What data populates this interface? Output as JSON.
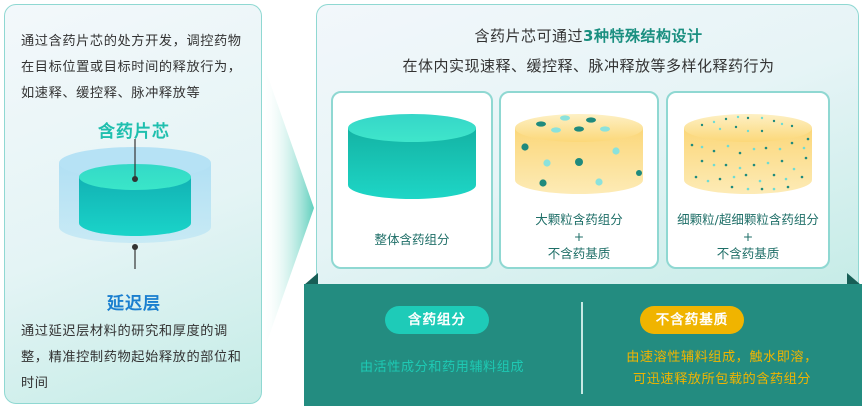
{
  "left_panel": {
    "intro_text": "通过含药片芯的处方开发，调控药物在目标位置或目标时间的释放行为，如速释、缓控释、脉冲释放等",
    "core_label": "含药片芯",
    "delay_label": "延迟层",
    "delay_text": "通过延迟层材料的研究和厚度的调整，精准控制药物起始释放的部位和时间"
  },
  "right_panel": {
    "title_prefix": "含药片芯可通过",
    "title_highlight": "3种特殊结构设计",
    "subtitle": "在体内实现速释、缓控释、脉冲释放等多样化释药行为",
    "cards": [
      {
        "line1": "整体含药组分",
        "plus": "",
        "line2": ""
      },
      {
        "line1": "大颗粒含药组分",
        "plus": "+",
        "line2": "不含药基质"
      },
      {
        "line1": "细颗粒/超细颗粒含药组分",
        "plus": "+",
        "line2": "不含药基质"
      }
    ]
  },
  "bottom": {
    "drug_pill": "含药组分",
    "drug_desc": "由活性成分和药用辅料组成",
    "matrix_pill": "不含药基质",
    "matrix_desc_1": "由速溶性辅料组成，触水即溶，",
    "matrix_desc_2": "可迅速释放所包载的含药组分"
  },
  "colors": {
    "teal_accent": "#1fbfae",
    "blue_accent": "#1a7fcf",
    "band": "#238c80",
    "pill_teal": "#1ecbb8",
    "pill_yellow": "#f0b400"
  }
}
